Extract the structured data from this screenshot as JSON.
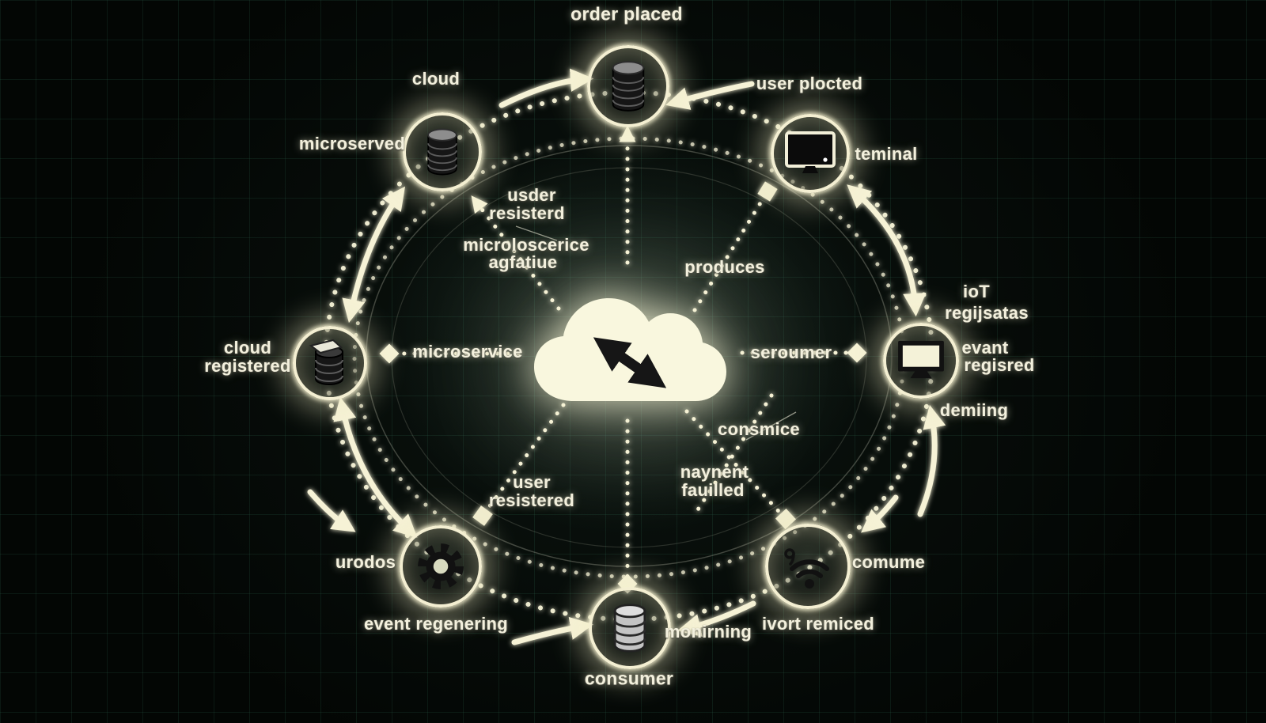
{
  "diagram_type": "event-driven-architecture-hub",
  "colors": {
    "background": "#030604",
    "grid": "#2a5c48",
    "glow_accent": "#f6f2d6",
    "icon_dark": "#141414",
    "icon_light": "#c6c6c6",
    "text": "#f3f0dd"
  },
  "center": {
    "id": "cloud-hub",
    "icon": "cloud-sync-icon"
  },
  "nodes": [
    {
      "id": "order-placed-node",
      "icon": "database-icon"
    },
    {
      "id": "cloud-microserved-node",
      "icon": "database-icon"
    },
    {
      "id": "user-plocted-terminal-node",
      "icon": "monitor-icon"
    },
    {
      "id": "cloud-registered-node",
      "icon": "database-stack-icon"
    },
    {
      "id": "iot-terminal-node",
      "icon": "monitor-icon"
    },
    {
      "id": "event-regenering-node",
      "icon": "gear-icon"
    },
    {
      "id": "consumer-node",
      "icon": "database-icon"
    },
    {
      "id": "consume-node",
      "icon": "wifi-icon"
    }
  ],
  "labels": {
    "order_placed": "order placed",
    "cloud_top": "cloud",
    "microserved": "microserved",
    "user_plocted": "user plocted",
    "teminal": "teminal",
    "usder": "usder",
    "resisterd": "resisterd",
    "microloscerice": "microloscerice",
    "agfatiue": "agfatiue",
    "produces": "produces",
    "cloud_reg_line1": "cloud",
    "cloud_reg_line2": "registered",
    "microservice": "microservice",
    "seroumer": "seroumer",
    "iot": "ioT",
    "regijsatas": "regijsatas",
    "evant": "evant",
    "regisred": "regisred",
    "demiing": "demiing",
    "user2": "user",
    "resistered": "resistered",
    "naynent": "naynent",
    "fauilled": "fauilled",
    "consmice": "consmice",
    "urodos": "urodos",
    "event_regenering": "event regenering",
    "comume": "comume",
    "ivort_remiced": "ivort remiced",
    "monirning": "monirning",
    "consumer": "consumer"
  }
}
